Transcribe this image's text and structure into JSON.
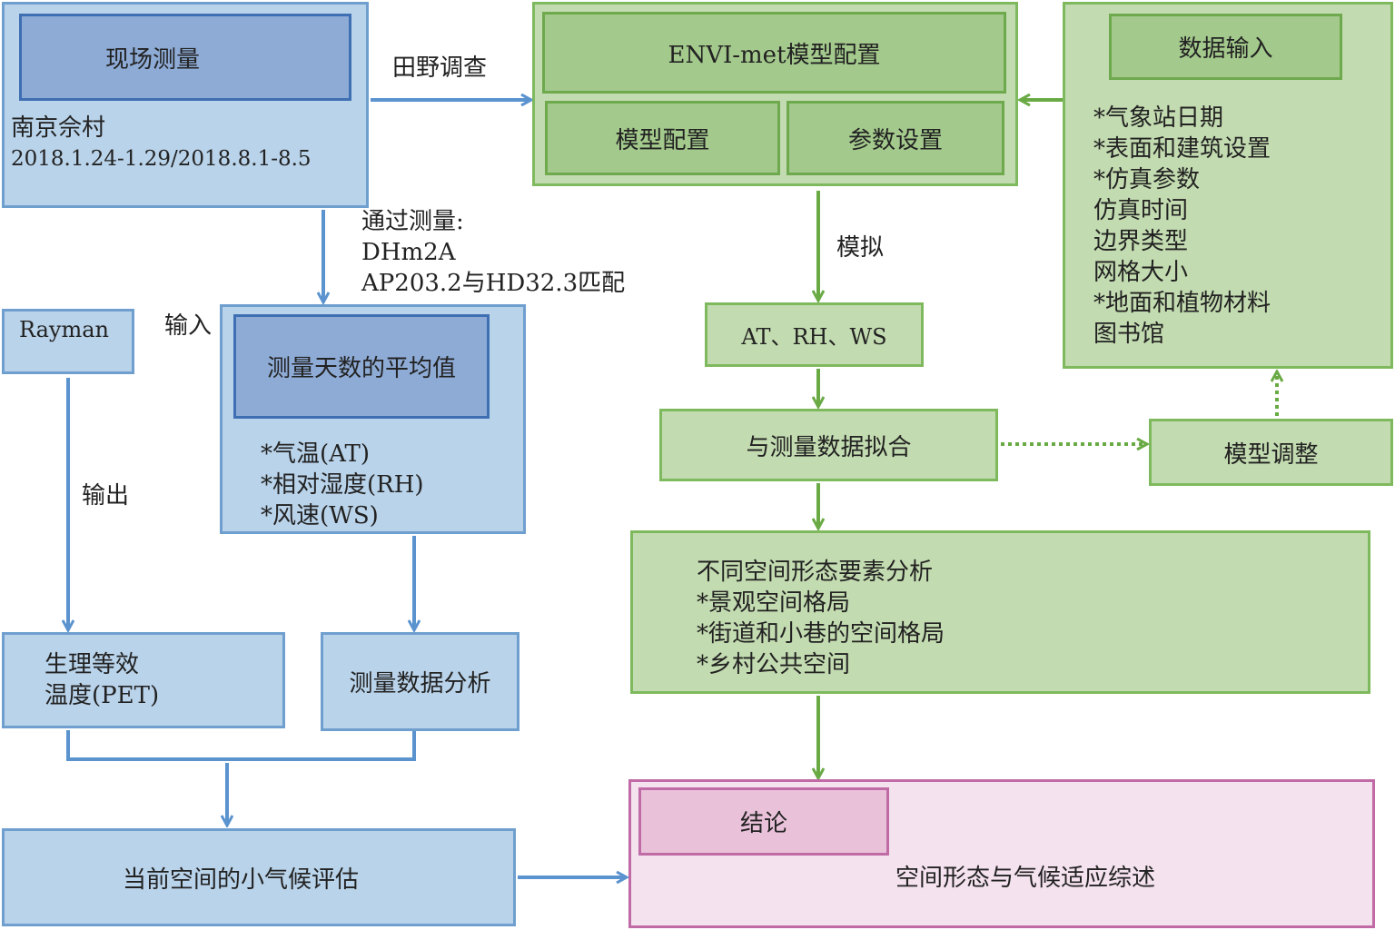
{
  "field": {
    "title": "现场测量",
    "site": "南京佘村",
    "dates": "2018.1.24-1.29/2018.8.1-8.5"
  },
  "labels": {
    "field_survey": "田野调查",
    "via_measurement": [
      "通过测量:",
      "DHm2A",
      "AP203.2与HD32.3匹配"
    ],
    "input": "输入",
    "output": "输出",
    "simulate": "模拟"
  },
  "rayman": "Rayman",
  "average": {
    "title": "测量天数的平均值",
    "items": [
      "*气温(AT)",
      "*相对湿度(RH)",
      "*风速(WS)"
    ]
  },
  "pet": [
    "生理等效",
    "温度(PET)"
  ],
  "data_analysis": "测量数据分析",
  "microclimate": "当前空间的小气候评估",
  "envimet": {
    "title": "ENVI-met模型配置",
    "model_config": "模型配置",
    "param_setting": "参数设置"
  },
  "data_input": {
    "title": "数据输入",
    "items": [
      "*气象站日期",
      "*表面和建筑设置",
      "*仿真参数",
      "仿真时间",
      "边界类型",
      "网格大小",
      "*地面和植物材料",
      "图书馆"
    ]
  },
  "outputs": "AT、RH、WS",
  "fit": "与测量数据拟合",
  "adjust": "模型调整",
  "analysis": {
    "items": [
      "不同空间形态要素分析",
      "*景观空间格局",
      "*街道和小巷的空间格局",
      "*乡村公共空间"
    ]
  },
  "conclusion": {
    "title": "结论",
    "summary": "空间形态与气候适应综述"
  },
  "colors": {
    "blue_arrow": "#5b93cf",
    "green_arrow": "#6aaa45"
  }
}
